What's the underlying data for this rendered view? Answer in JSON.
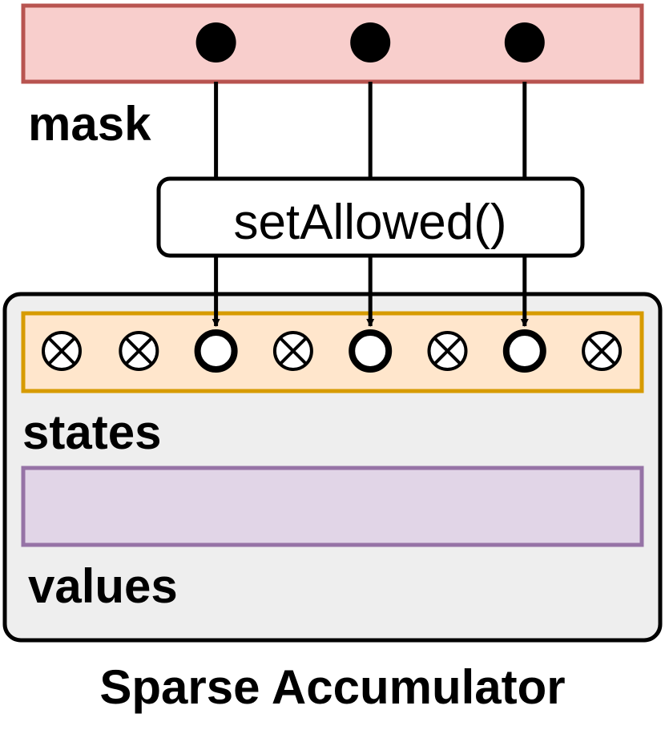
{
  "mask": {
    "label": "mask",
    "fill": "#f8cecc",
    "stroke": "#b85450",
    "set_positions": [
      2,
      4,
      6
    ]
  },
  "operation": {
    "label": "setAllowed()"
  },
  "accumulator": {
    "title": "Sparse Accumulator",
    "fill": "#eeeeee",
    "stroke": "#000000",
    "states": {
      "label": "states",
      "fill": "#ffe6cc",
      "stroke": "#d79b00",
      "slots": [
        "cross",
        "cross",
        "open",
        "cross",
        "open",
        "cross",
        "open",
        "cross"
      ]
    },
    "values": {
      "label": "values",
      "fill": "#e1d5e7",
      "stroke": "#9673a6"
    }
  }
}
